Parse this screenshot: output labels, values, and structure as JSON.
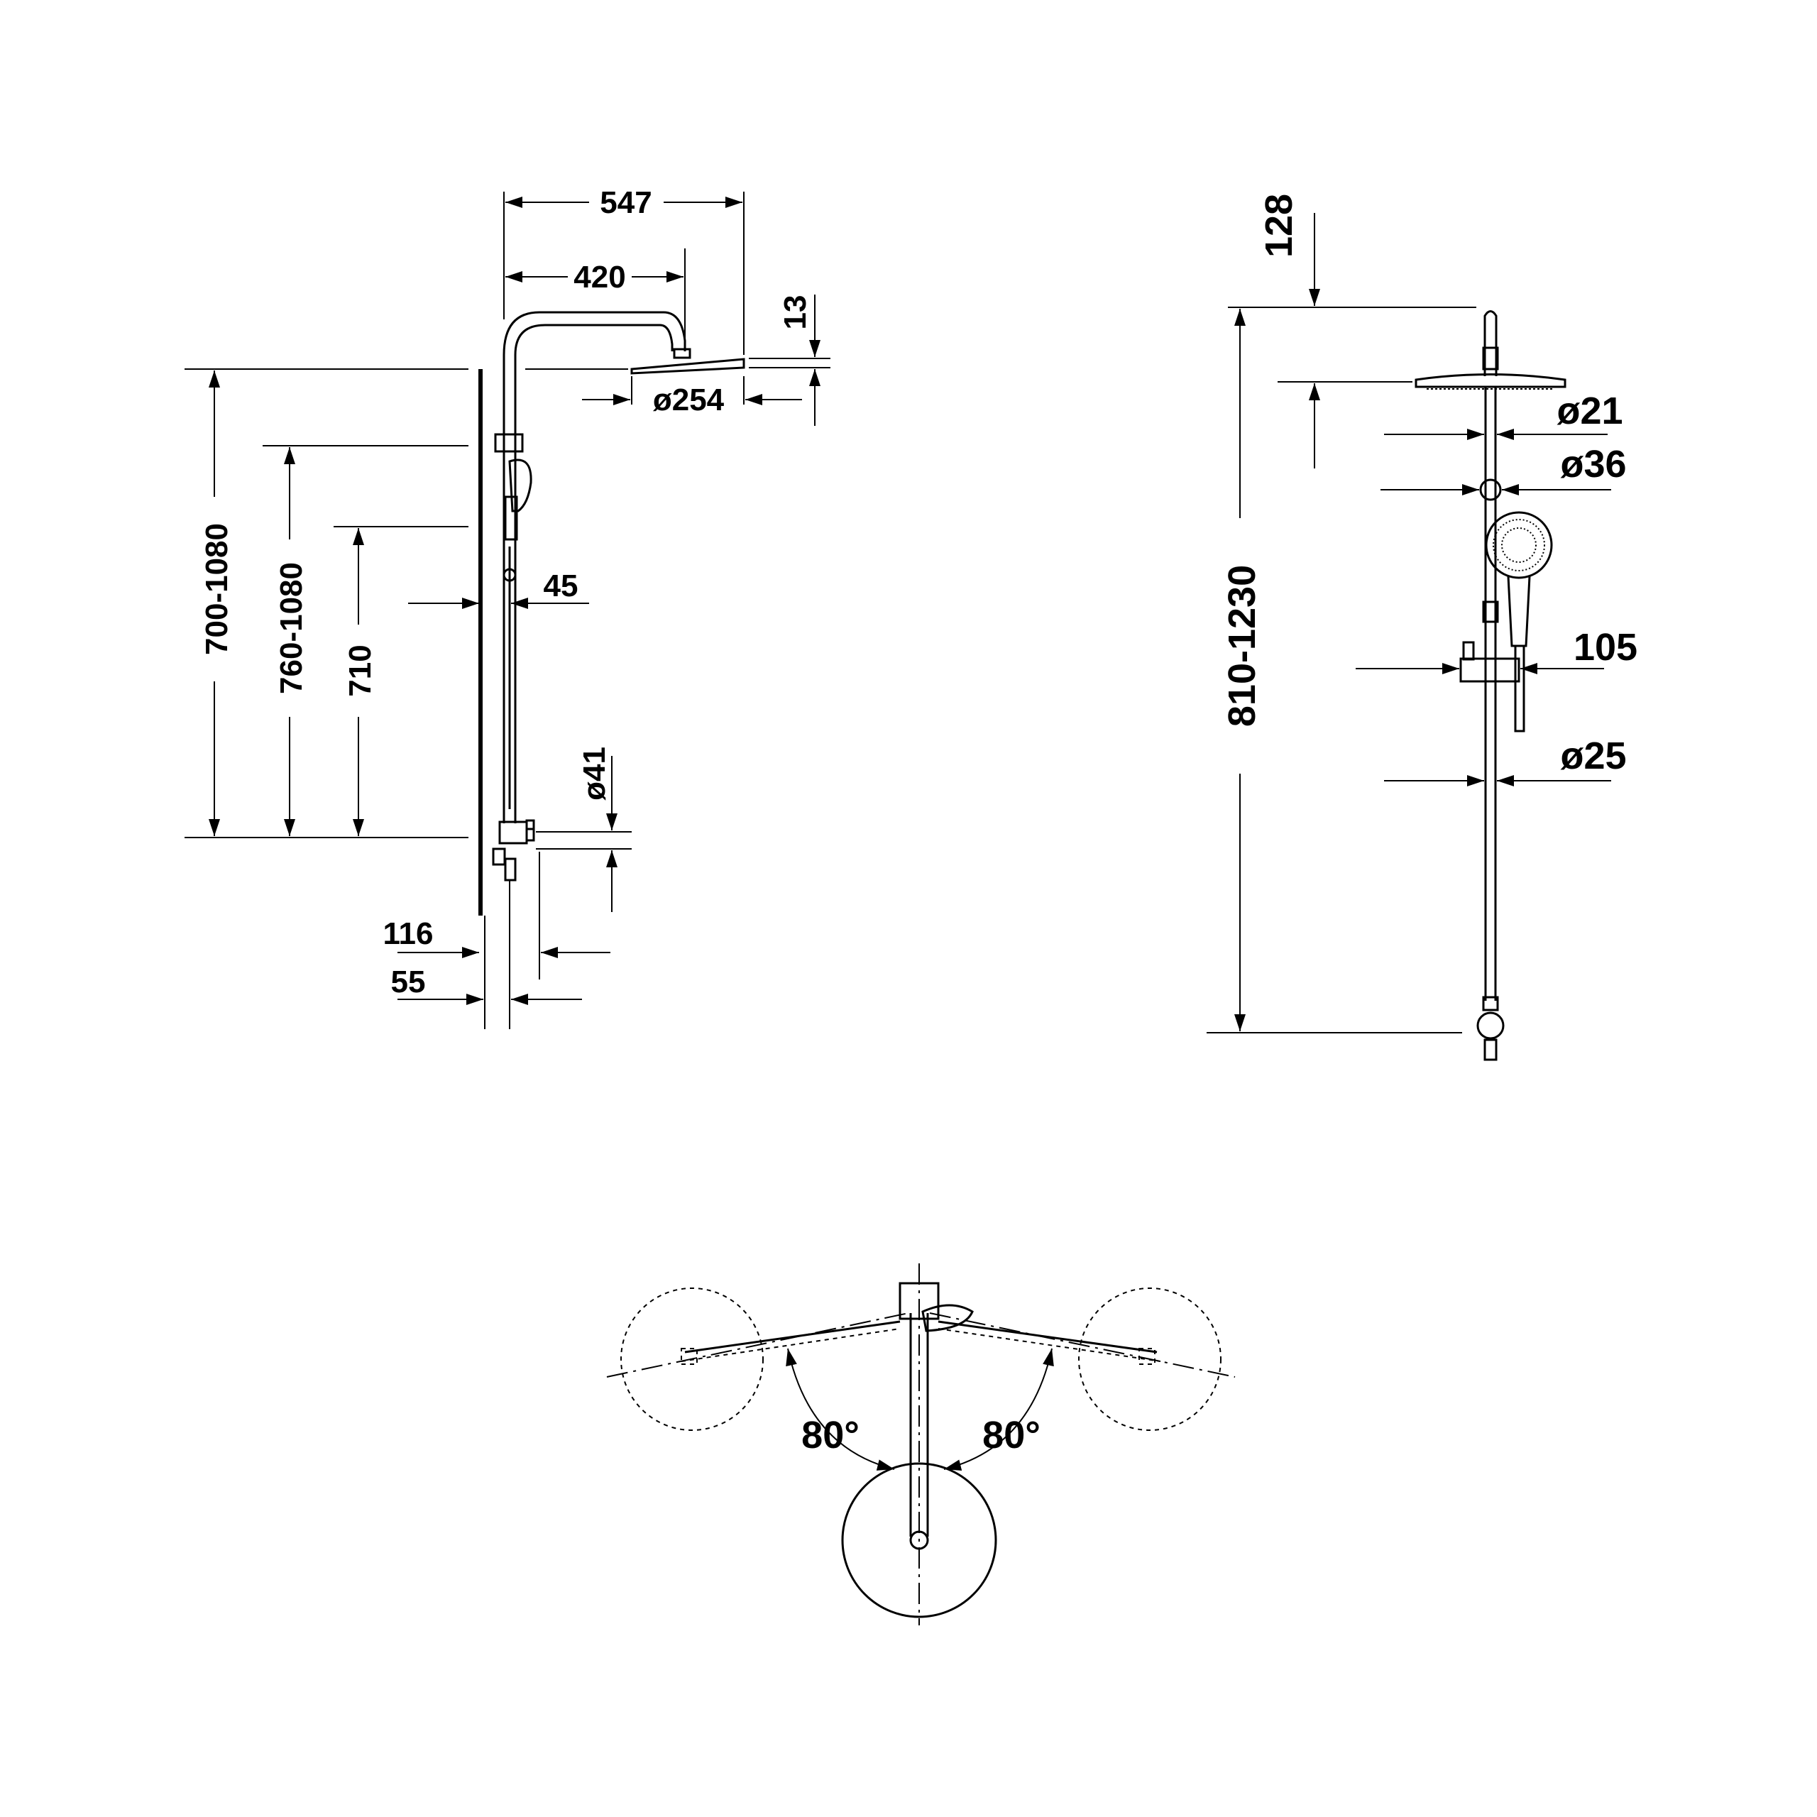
{
  "side_view": {
    "width_total": "547",
    "arm_length": "420",
    "head_thickness": "13",
    "head_diameter": "ø254",
    "height_range_a": "700-1080",
    "height_range_b": "760-1080",
    "height_fixed": "710",
    "slider_depth": "45",
    "inlet_diameter": "ø41",
    "wall_offset_a": "116",
    "wall_offset_b": "55"
  },
  "front_view": {
    "top_offset": "128",
    "total_height": "810-1230",
    "arm_diameter": "ø21",
    "joint_diameter": "ø36",
    "slider_width": "105",
    "riser_diameter": "ø25"
  },
  "top_view": {
    "angle_left": "80°",
    "angle_right": "80°"
  }
}
